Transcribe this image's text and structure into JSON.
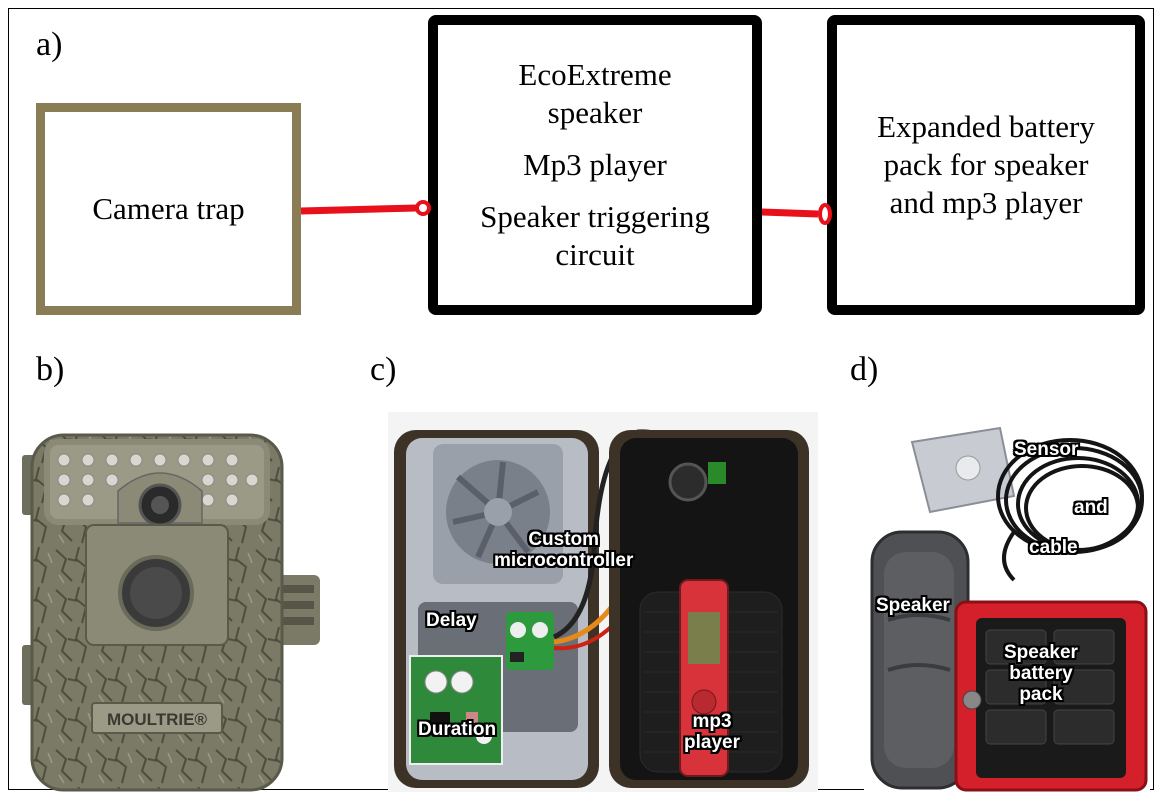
{
  "panels": {
    "a": "a)",
    "b": "b)",
    "c": "c)",
    "d": "d)"
  },
  "diagram": {
    "camera_box": {
      "label": "Camera trap"
    },
    "speaker_box": {
      "line1": "EcoExtreme",
      "line2": "speaker",
      "line3": "Mp3 player",
      "line4": "Speaker triggering",
      "line5": "circuit"
    },
    "battery_box": {
      "line1": "Expanded battery",
      "line2": "pack for speaker",
      "line3": "and mp3 player"
    }
  },
  "photo_b": {
    "brand": "MOULTRIE®"
  },
  "photo_c": {
    "custom_line1": "Custom",
    "custom_line2": "microcontroller",
    "delay": "Delay",
    "duration": "Duration",
    "mp3_line1": "mp3",
    "mp3_line2": "player"
  },
  "photo_d": {
    "sensor": "Sensor",
    "and": "and",
    "cable": "cable",
    "speaker": "Speaker",
    "battery_line1": "Speaker",
    "battery_line2": "battery",
    "battery_line3": "pack"
  },
  "colors": {
    "camera_box_border": "#8a7d55",
    "connector": "#e8101a",
    "box_border": "#000000"
  }
}
